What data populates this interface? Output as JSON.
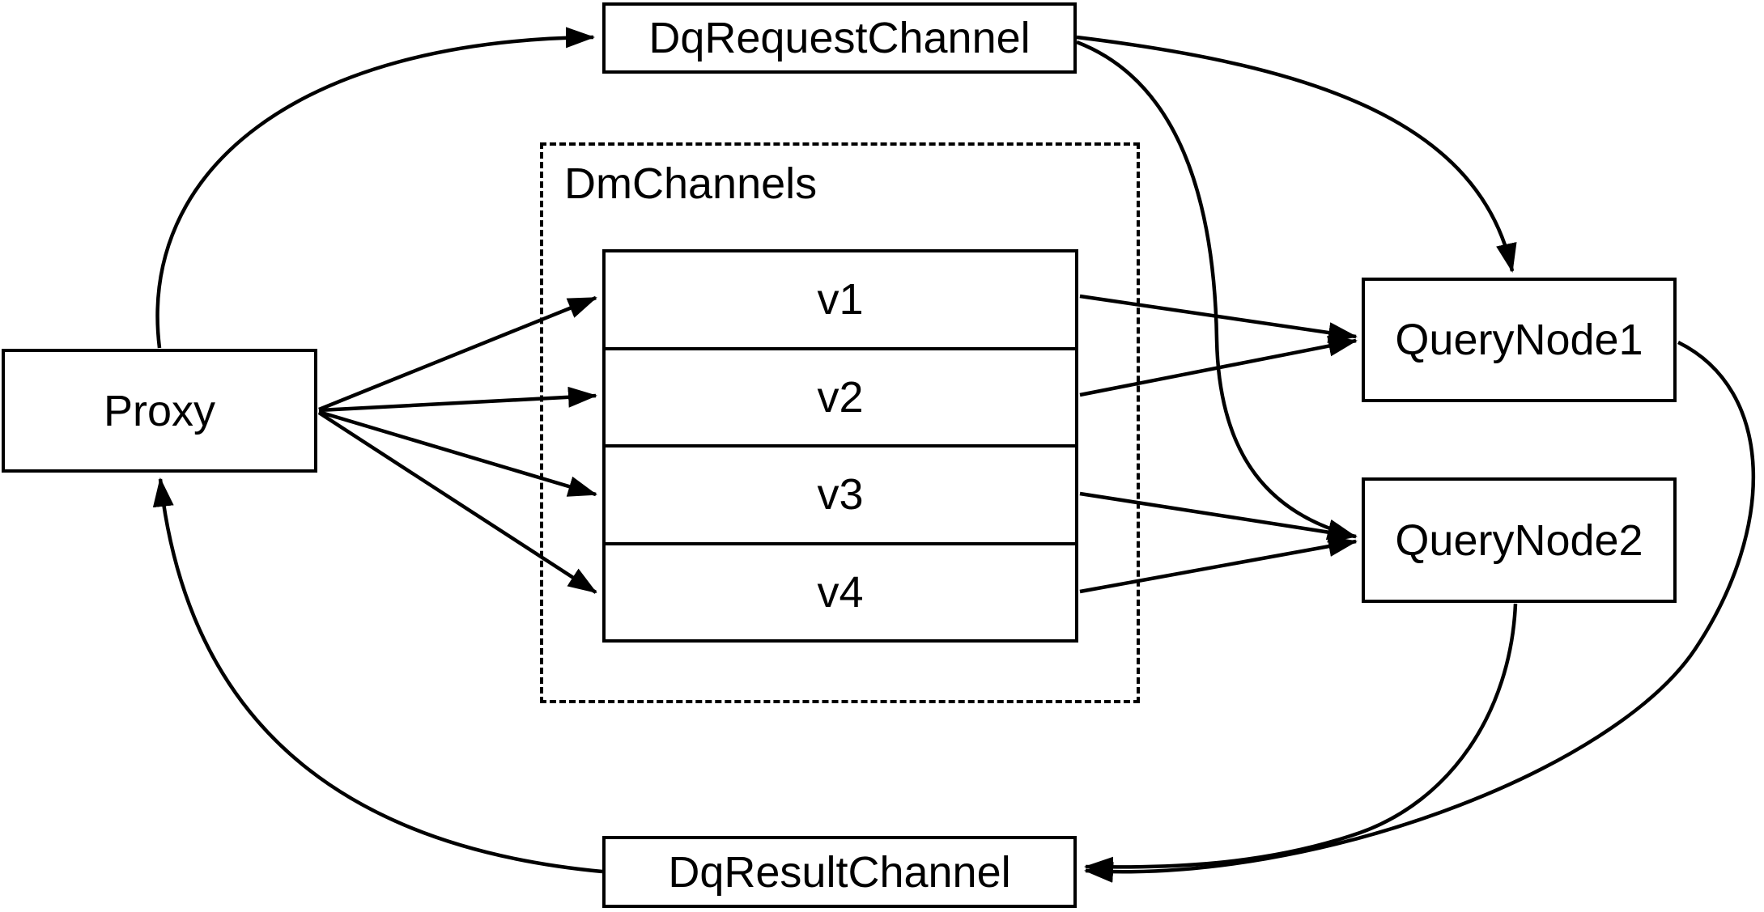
{
  "diagram": {
    "background": "#ffffff",
    "stroke_color": "#000000",
    "nodes": {
      "proxy": {
        "label": "Proxy"
      },
      "dq_request_channel": {
        "label": "DqRequestChannel"
      },
      "dm_channels_group": {
        "label": "DmChannels"
      },
      "channels": [
        {
          "label": "v1"
        },
        {
          "label": "v2"
        },
        {
          "label": "v3"
        },
        {
          "label": "v4"
        }
      ],
      "query_node1": {
        "label": "QueryNode1"
      },
      "query_node2": {
        "label": "QueryNode2"
      },
      "dq_result_channel": {
        "label": "DqResultChannel"
      }
    },
    "edges": [
      {
        "from": "Proxy",
        "to": "DqRequestChannel"
      },
      {
        "from": "DqRequestChannel",
        "to": "QueryNode1"
      },
      {
        "from": "DqRequestChannel",
        "to": "QueryNode2"
      },
      {
        "from": "Proxy",
        "to": "v1"
      },
      {
        "from": "Proxy",
        "to": "v2"
      },
      {
        "from": "Proxy",
        "to": "v3"
      },
      {
        "from": "Proxy",
        "to": "v4"
      },
      {
        "from": "v1",
        "to": "QueryNode1"
      },
      {
        "from": "v2",
        "to": "QueryNode1"
      },
      {
        "from": "v3",
        "to": "QueryNode2"
      },
      {
        "from": "v4",
        "to": "QueryNode2"
      },
      {
        "from": "QueryNode1",
        "to": "DqResultChannel"
      },
      {
        "from": "QueryNode2",
        "to": "DqResultChannel"
      },
      {
        "from": "DqResultChannel",
        "to": "Proxy"
      }
    ]
  }
}
